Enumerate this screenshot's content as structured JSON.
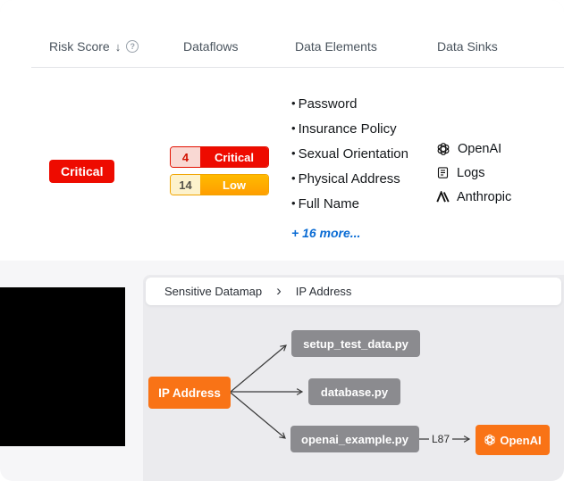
{
  "icons": {
    "sort_desc": "↓",
    "help": "?",
    "breadcrumb_chevron": "›"
  },
  "colors": {
    "critical_red": "#ee0b00",
    "low_amber": "#ffab00",
    "orange_node": "#f97316",
    "gray_node": "#8b8b8f",
    "link_blue": "#0b6cd4"
  },
  "table": {
    "headers": {
      "risk_score": "Risk Score",
      "dataflows": "Dataflows",
      "data_elements": "Data Elements",
      "data_sinks": "Data Sinks"
    },
    "row": {
      "risk_score_badge": "Critical",
      "dataflows": [
        {
          "count": "4",
          "label": "Critical"
        },
        {
          "count": "14",
          "label": "Low"
        }
      ],
      "data_elements": [
        "Password",
        "Insurance Policy",
        "Sexual Orientation",
        "Physical Address",
        "Full Name"
      ],
      "more_link": "+ 16 more...",
      "data_sinks": [
        {
          "icon": "openai-icon",
          "label": "OpenAI"
        },
        {
          "icon": "logs-icon",
          "label": "Logs"
        },
        {
          "icon": "anthropic-icon",
          "label": "Anthropic"
        }
      ]
    }
  },
  "breadcrumb": {
    "items": [
      "Sensitive Datamap",
      "IP Address"
    ]
  },
  "diagram": {
    "source_node": "IP Address",
    "file_nodes": [
      "setup_test_data.py",
      "database.py",
      "openai_example.py"
    ],
    "edge_label": "L87",
    "sink_node": "OpenAI"
  }
}
